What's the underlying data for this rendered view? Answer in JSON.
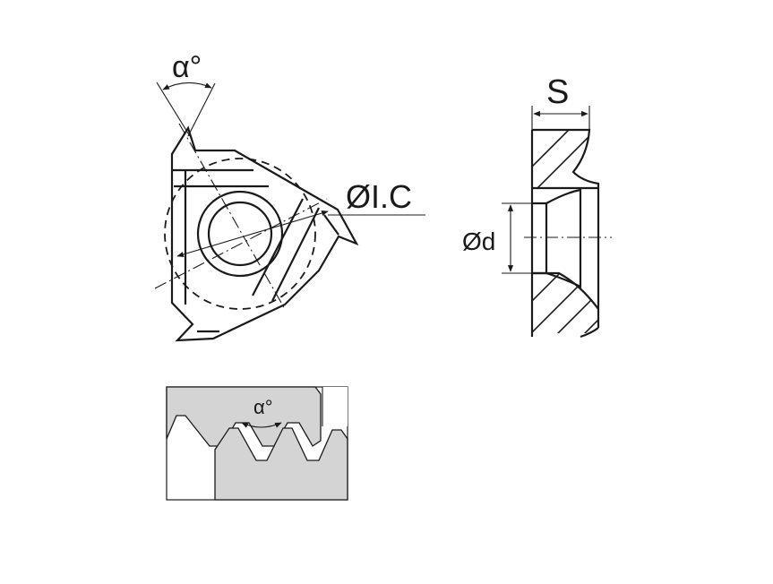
{
  "labels": {
    "alpha_top": "α°",
    "ic": "ØI.C",
    "s": "S",
    "d": "Ød",
    "alpha_thread": "α°"
  },
  "colors": {
    "line": "#1a1a1a",
    "thread_fill": "#d4d4d4",
    "background": "#ffffff"
  }
}
